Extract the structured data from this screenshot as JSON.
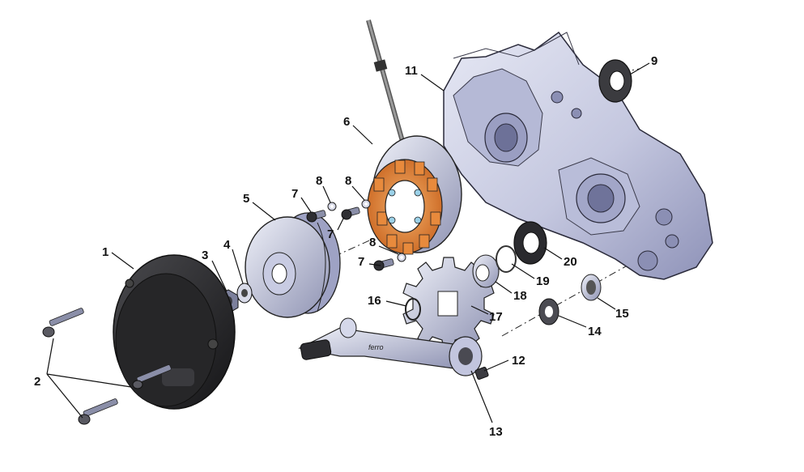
{
  "colors": {
    "housing": "#c9cce3",
    "housing_shadow": "#8d91b8",
    "cover": "#2b2b2d",
    "stator": "#d9782f",
    "metal": "#b8bccf",
    "outline": "#1a1a1a"
  },
  "callouts": [
    {
      "id": "c1",
      "text": "1"
    },
    {
      "id": "c2",
      "text": "2"
    },
    {
      "id": "c3",
      "text": "3"
    },
    {
      "id": "c4",
      "text": "4"
    },
    {
      "id": "c5",
      "text": "5"
    },
    {
      "id": "c6",
      "text": "6"
    },
    {
      "id": "c7a",
      "text": "7"
    },
    {
      "id": "c7b",
      "text": "7"
    },
    {
      "id": "c7c",
      "text": "7"
    },
    {
      "id": "c8a",
      "text": "8"
    },
    {
      "id": "c8b",
      "text": "8"
    },
    {
      "id": "c8c",
      "text": "8"
    },
    {
      "id": "c9",
      "text": "9"
    },
    {
      "id": "c11",
      "text": "11"
    },
    {
      "id": "c12",
      "text": "12"
    },
    {
      "id": "c13",
      "text": "13"
    },
    {
      "id": "c14",
      "text": "14"
    },
    {
      "id": "c15",
      "text": "15"
    },
    {
      "id": "c16",
      "text": "16"
    },
    {
      "id": "c17",
      "text": "17"
    },
    {
      "id": "c18",
      "text": "18"
    },
    {
      "id": "c19",
      "text": "19"
    },
    {
      "id": "c20",
      "text": "20"
    }
  ]
}
